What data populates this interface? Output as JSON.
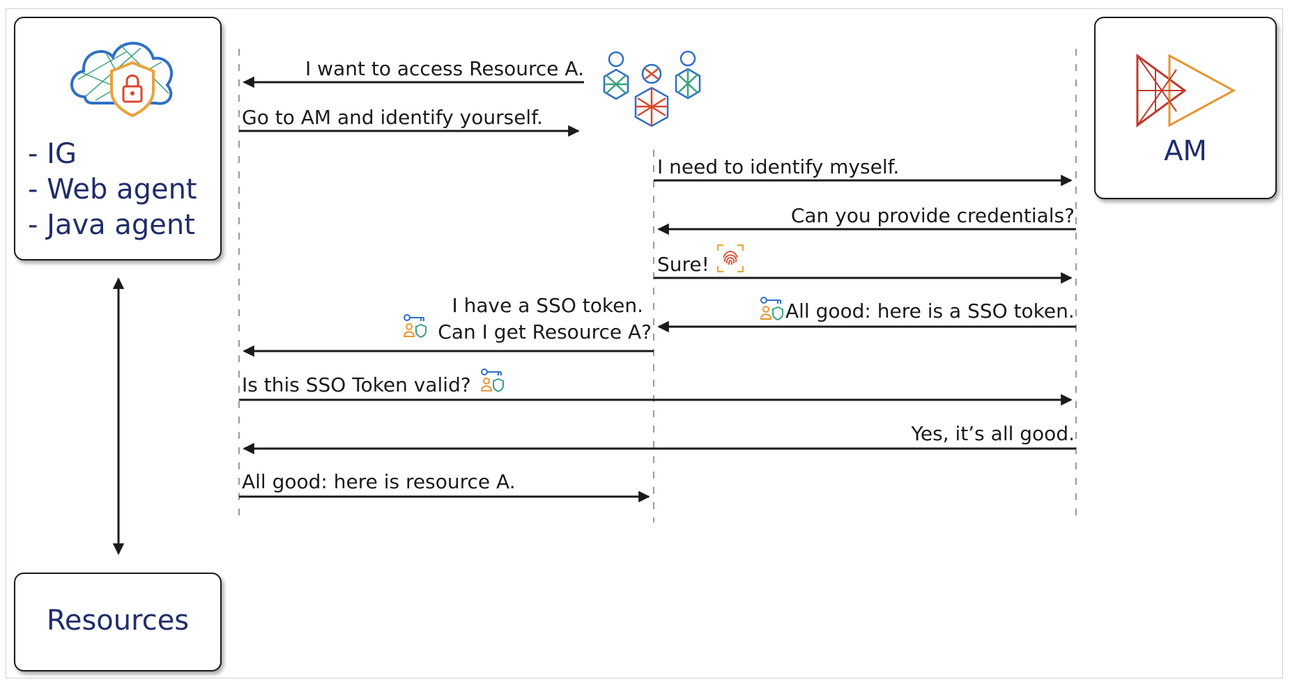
{
  "participants": {
    "agents": {
      "items": [
        "- IG",
        "- Web agent",
        "- Java agent"
      ],
      "icon": "cloud-lock-shield-icon"
    },
    "am": {
      "label": "AM",
      "icon": "am-logo-icon"
    },
    "resources": {
      "label": "Resources"
    },
    "user_icon": "user-group-icon"
  },
  "messages": [
    {
      "id": "m1",
      "text": "I want to access Resource A."
    },
    {
      "id": "m2",
      "text": "Go to AM and identify yourself."
    },
    {
      "id": "m3",
      "text": "I need to identify myself."
    },
    {
      "id": "m4",
      "text": "Can you provide credentials?"
    },
    {
      "id": "m5",
      "text": "Sure!",
      "icon": "fingerprint-icon"
    },
    {
      "id": "m6",
      "text": "All good: here is a SSO token.",
      "icon": "sso-token-icon"
    },
    {
      "id": "m7",
      "lines": [
        "I have a SSO token.",
        "Can I get Resource A?"
      ],
      "icon": "sso-token-icon"
    },
    {
      "id": "m8",
      "text": "Is this SSO Token valid?",
      "icon": "sso-token-icon"
    },
    {
      "id": "m9",
      "text": "Yes, it’s all good."
    },
    {
      "id": "m10",
      "text": "All good: here is resource A."
    }
  ],
  "colors": {
    "label_blue": "#1f2d6b",
    "arrow": "#1a1a1a",
    "lifeline": "#9a9a9a",
    "am_red": "#c0392b",
    "am_orange": "#e8952f"
  }
}
